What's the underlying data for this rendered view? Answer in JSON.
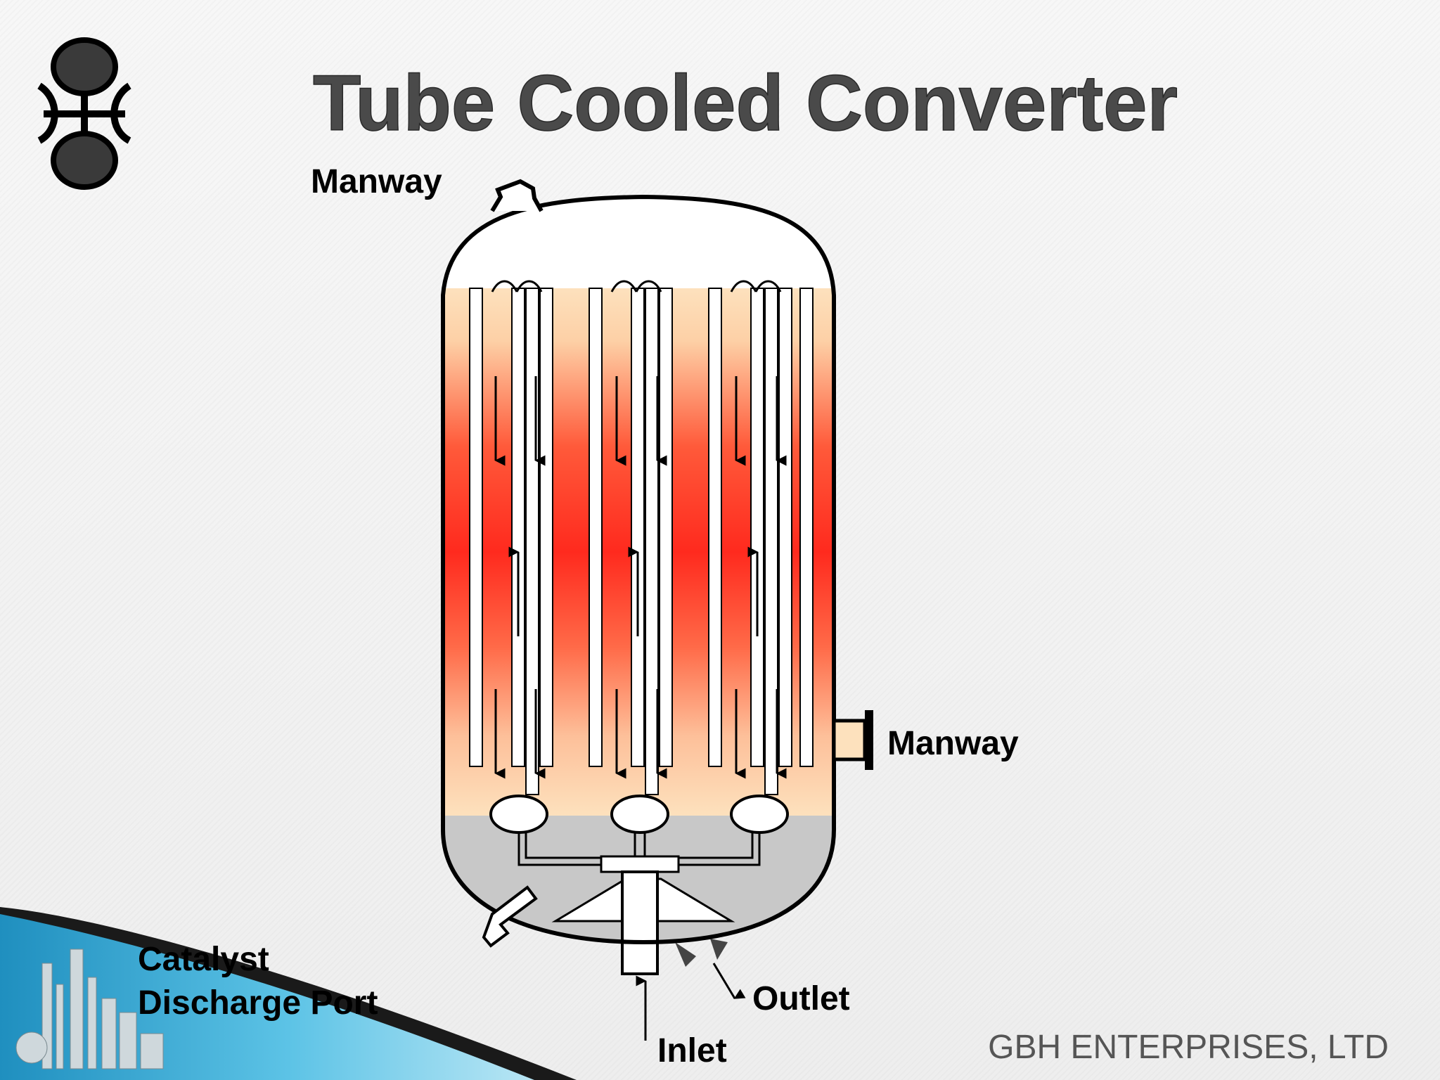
{
  "title": "Tube Cooled Converter",
  "company": "GBH ENTERPRISES, LTD",
  "labels": {
    "manway_top": "Manway",
    "manway_side": "Manway",
    "catalyst_line1": "Catalyst",
    "catalyst_line2": "Discharge Port",
    "outlet": "Outlet",
    "inlet": "Inlet"
  },
  "colors": {
    "vessel_outline": "#000000",
    "catalyst_bed_top": "#fde1bd",
    "catalyst_bed_hot": "#ff2a1e",
    "bottom_head": "#c8c8c8",
    "title_text": "#4a4a4a",
    "footer_blue": "#2aa6d6"
  },
  "icons": [
    "gbh-logo-icon",
    "refinery-skyline-icon"
  ]
}
